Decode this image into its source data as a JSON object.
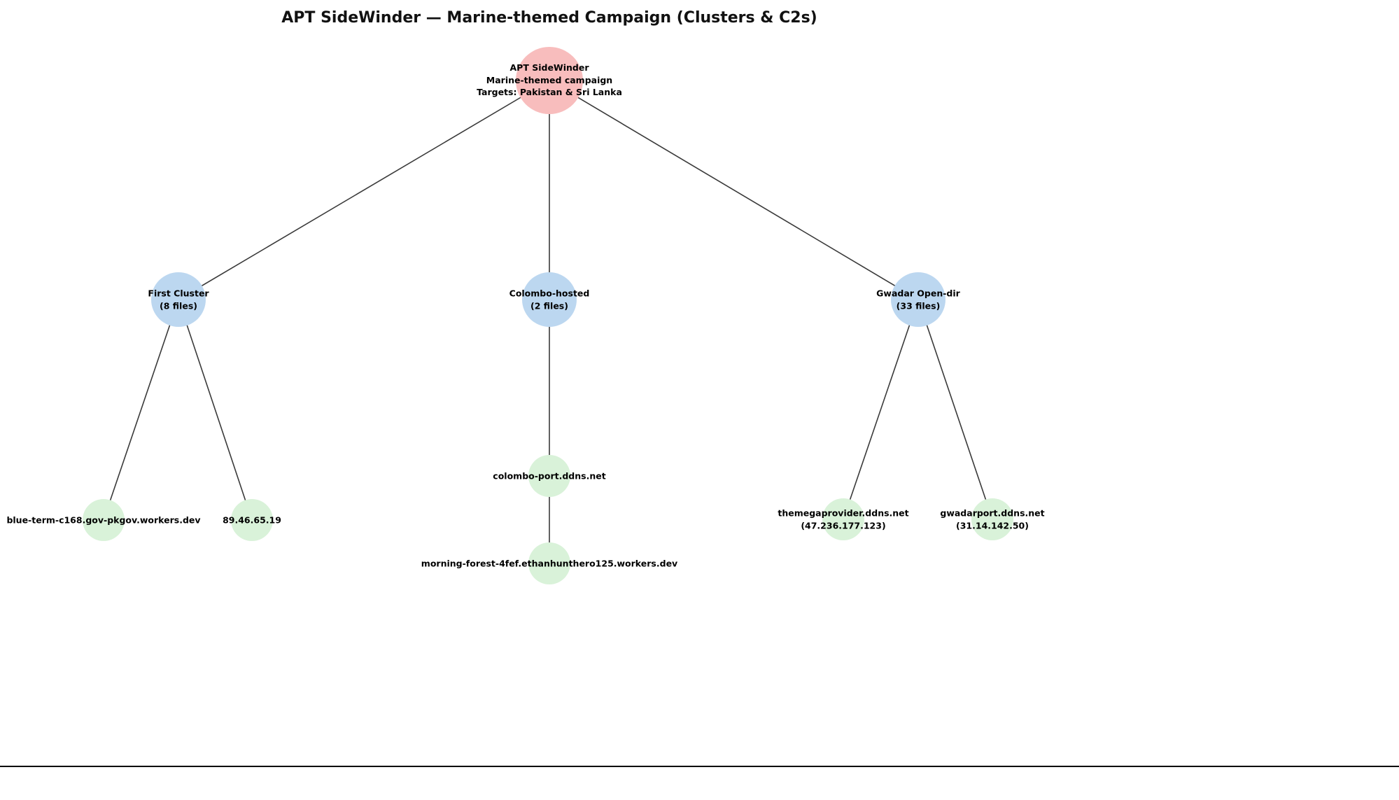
{
  "title": "APT SideWinder — Marine-themed Campaign (Clusters & C2s)",
  "colors": {
    "root_node": "#f8bdbd",
    "cluster_node": "#bcd7f0",
    "leaf_node": "#d9f2d9",
    "edge": "#3a3a3a"
  },
  "nodes": {
    "root": {
      "name": "APT SideWinder",
      "subtitle": "Marine-themed campaign",
      "targets": "Targets: Pakistan & Sri Lanka"
    },
    "first_cluster": {
      "name": "First Cluster",
      "count": "(8 files)"
    },
    "colombo_hosted": {
      "name": "Colombo-hosted",
      "count": "(2 files)"
    },
    "gwadar_open_dir": {
      "name": "Gwadar Open-dir",
      "count": "(33 files)"
    },
    "c2_blue_term": {
      "name": "blue-term-c168.gov-pkgov.workers.dev"
    },
    "c2_ip": {
      "name": "89.46.65.19"
    },
    "c2_colombo_port": {
      "name": "colombo-port.ddns.net"
    },
    "c2_morning_forest": {
      "name": "morning-forest-4fef.ethanhunthero125.workers.dev"
    },
    "c2_themegaprovider": {
      "name": "themegaprovider.ddns.net",
      "ip": "(47.236.177.123)"
    },
    "c2_gwadarport": {
      "name": "gwadarport.ddns.net",
      "ip": "(31.14.142.50)"
    }
  },
  "edges": [
    {
      "from": "root",
      "to": "first_cluster"
    },
    {
      "from": "root",
      "to": "colombo_hosted"
    },
    {
      "from": "root",
      "to": "gwadar_open_dir"
    },
    {
      "from": "first_cluster",
      "to": "c2_blue_term"
    },
    {
      "from": "first_cluster",
      "to": "c2_ip"
    },
    {
      "from": "colombo_hosted",
      "to": "c2_colombo_port"
    },
    {
      "from": "c2_colombo_port",
      "to": "c2_morning_forest"
    },
    {
      "from": "gwadar_open_dir",
      "to": "c2_themegaprovider"
    },
    {
      "from": "gwadar_open_dir",
      "to": "c2_gwadarport"
    }
  ]
}
